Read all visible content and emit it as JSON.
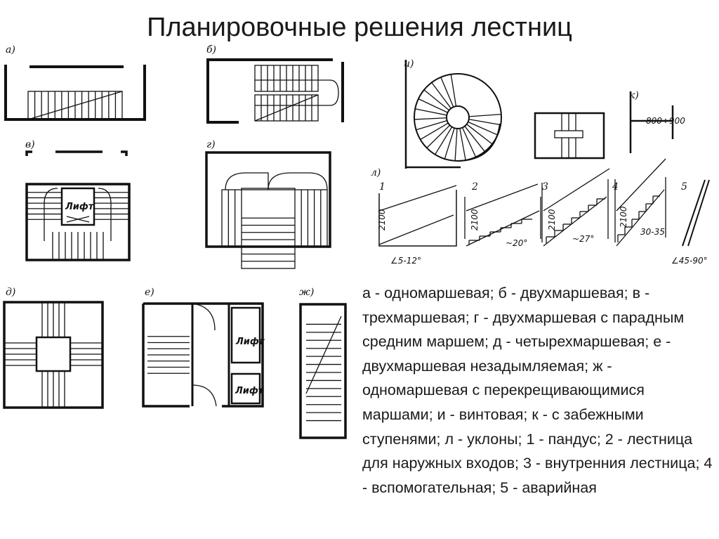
{
  "title": "Планировочные решения лестниц",
  "labels": {
    "a": "а)",
    "b": "б)",
    "v": "в)",
    "g": "г)",
    "d": "д)",
    "e": "е)",
    "zh": "ж)",
    "i": "и)",
    "k": "к)",
    "l": "л)"
  },
  "lift_text": "Лифт",
  "dims": {
    "k_width": "800÷900",
    "h1": "2100",
    "h2": "2100",
    "h3": "2100",
    "h4": "2100",
    "angle1": "∠5-12°",
    "angle2": "~20°",
    "angle3": "~27°",
    "angle4": "30-35",
    "angle5": "∠45-90°"
  },
  "slope_numbers": [
    "1",
    "2",
    "3",
    "4",
    "5"
  ],
  "caption": "а - одномаршевая; б - двухмаршевая; в - трехмаршевая; г - двухмаршевая с парадным средним маршем; д - четырехмаршевая; е - двухмаршевая незадымляемая; ж - одномаршевая с перекрещивающимися маршами; и - винтовая; к - с забежными ступенями; л - уклоны; 1 - пандус; 2 - лестница для наружных входов; 3 - внутренния лестница; 4 - вспомогательная; 5 - аварийная"
}
